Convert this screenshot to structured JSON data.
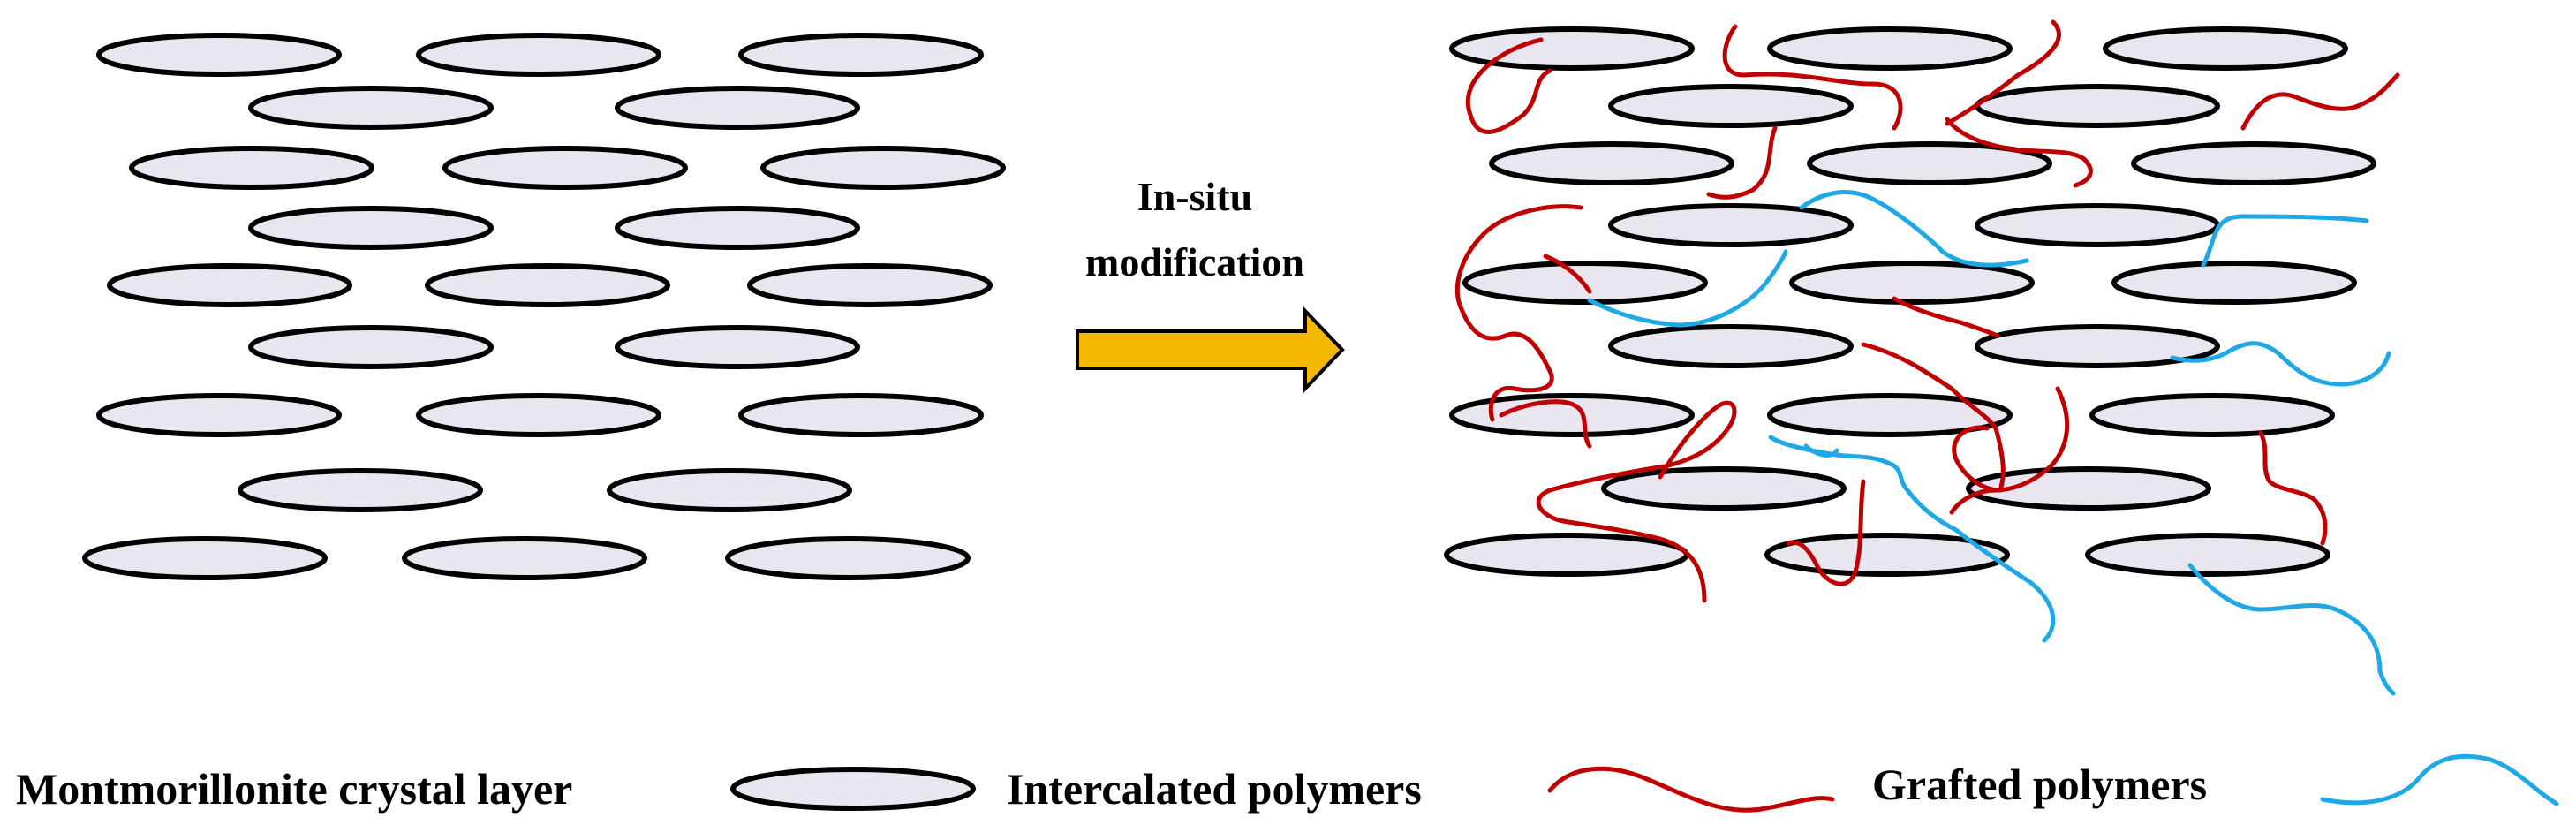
{
  "process": {
    "label_line1": "In-situ",
    "label_line2": "modification"
  },
  "legend": {
    "clay_label": "Montmorillonite crystal layer",
    "intercalated_label": "Intercalated polymers",
    "grafted_label": "Grafted polymers"
  },
  "colors": {
    "clay_fill": "#eae6f0",
    "clay_stroke": "#000000",
    "intercalated": "#c00000",
    "grafted": "#1ea8e6",
    "arrow_fill": "#f5b800",
    "arrow_stroke": "#000000"
  }
}
